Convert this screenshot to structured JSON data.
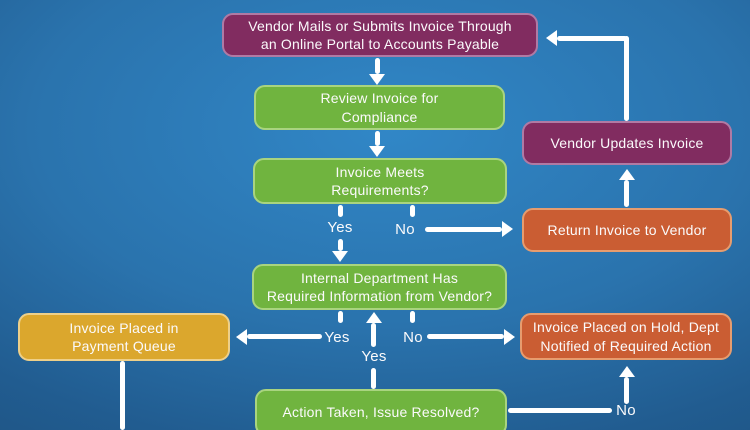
{
  "colors": {
    "bg_center": "#3187c7",
    "bg_mid": "#2a73ad",
    "bg_outer": "#215c90",
    "bg_edge": "#1c4a74",
    "purple_fill": "#812c60",
    "purple_border": "#b07aa4",
    "green_fill": "#70b43f",
    "green_border": "#a9d47f",
    "orange_fill": "#ca5d33",
    "orange_border": "#e79c6e",
    "yellow_fill": "#dba72d",
    "yellow_border": "#eed089",
    "arrow": "#ffffff",
    "text": "#fbfafb"
  },
  "nodes": {
    "vendor_mails": {
      "label": "Vendor Mails or Submits Invoice Through\nan Online Portal to Accounts Payable"
    },
    "review_invoice": {
      "label": "Review Invoice for\nCompliance"
    },
    "invoice_meets": {
      "label": "Invoice Meets\nRequirements?"
    },
    "vendor_updates": {
      "label": "Vendor Updates Invoice"
    },
    "return_invoice": {
      "label": "Return Invoice to Vendor"
    },
    "internal_dept": {
      "label": "Internal Department Has\nRequired Information from Vendor?"
    },
    "payment_queue": {
      "label": "Invoice Placed in\nPayment Queue"
    },
    "placed_hold": {
      "label": "Invoice Placed on Hold, Dept\nNotified of Required Action"
    },
    "action_taken": {
      "label": "Action Taken, Issue Resolved?"
    }
  },
  "edge_labels": {
    "meets_yes": "Yes",
    "meets_no": "No",
    "internal_yes": "Yes",
    "internal_no": "No",
    "action_yes": "Yes",
    "action_no": "No"
  }
}
